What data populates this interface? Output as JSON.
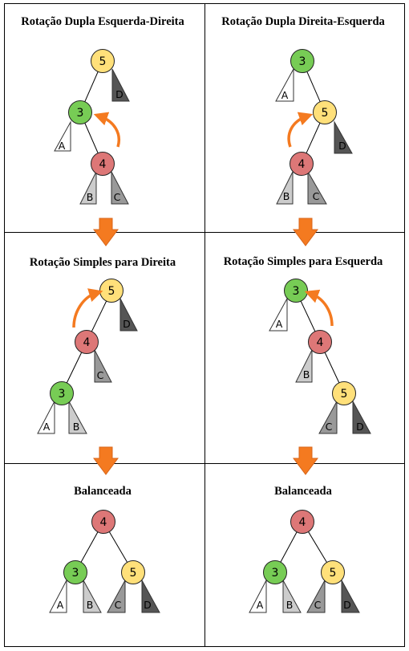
{
  "panels": {
    "p0": {
      "title": "Rotação Dupla Esquerda-Direita"
    },
    "p1": {
      "title": "Rotação Dupla Direita-Esquerda"
    },
    "p2": {
      "title": "Rotação Simples para Direita"
    },
    "p3": {
      "title": "Rotação Simples para Esquerda"
    },
    "p4": {
      "title": "Balanceada"
    },
    "p5": {
      "title": "Balanceada"
    }
  },
  "node_values": {
    "n3": "3",
    "n4": "4",
    "n5": "5"
  },
  "subtree_labels": {
    "A": "A",
    "B": "B",
    "C": "C",
    "D": "D"
  },
  "colors": {
    "node3": "#77cc55",
    "node4": "#dd7777",
    "node5": "#ffe07a",
    "subtreeA": "#ffffff",
    "subtreeB": "#cccccc",
    "subtreeC": "#999999",
    "subtreeD": "#555555",
    "arrow": "#f47a20",
    "grid": "#000000"
  }
}
